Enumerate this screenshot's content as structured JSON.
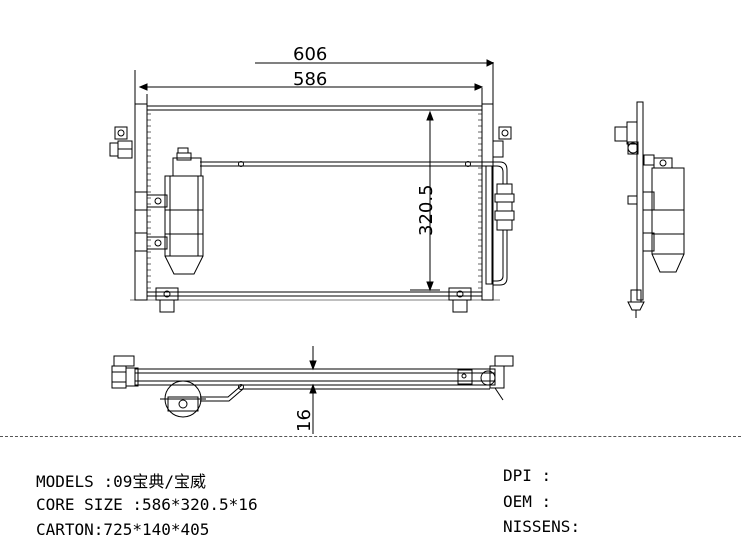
{
  "dimensions": {
    "overall_width": "606",
    "core_width": "586",
    "core_height": "320.5",
    "core_thickness": "16"
  },
  "spec": {
    "models_label": "MODELS",
    "models_value": ":09宝典/宝威",
    "core_size_label": "CORE SIZE",
    "core_size_value": ":586*320.5*16",
    "carton_label": "CARTON",
    "carton_value": ":725*140*405"
  },
  "refs": {
    "dpi_label": "DPI",
    "dpi_value": ":",
    "oem_label": "OEM",
    "oem_value": ":",
    "nissens_label": "NISSENS",
    "nissens_value": ":"
  }
}
